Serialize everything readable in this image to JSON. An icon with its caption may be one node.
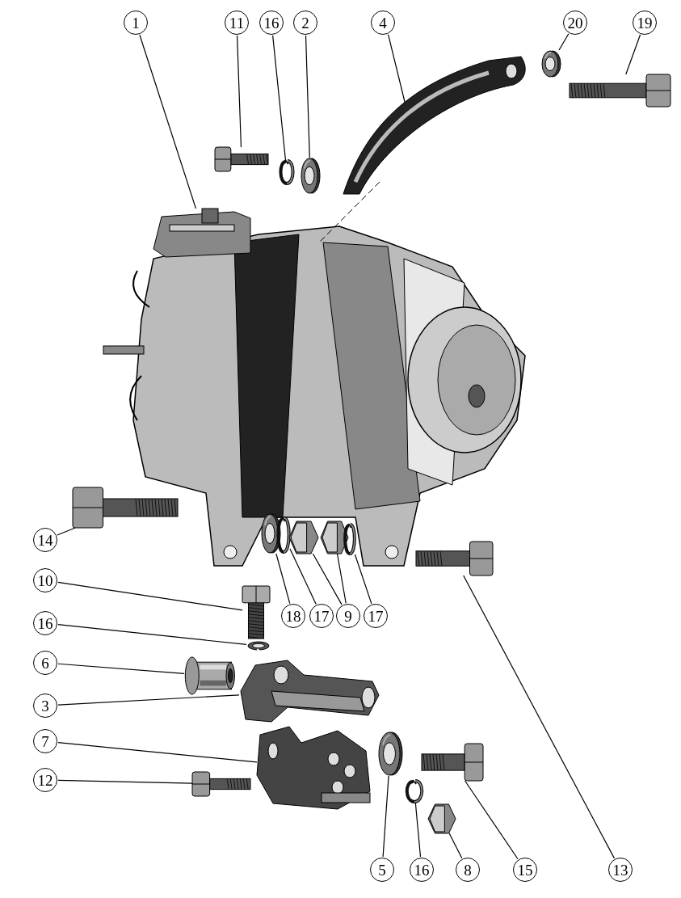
{
  "diagram": {
    "nodes": [
      {
        "text": [
          "1"
        ]
      },
      {
        "text": [
          "11"
        ]
      },
      {
        "text": [
          "16"
        ]
      },
      {
        "text": [
          "2"
        ]
      },
      {
        "text": [
          "4"
        ]
      },
      {
        "text": [
          "20"
        ]
      },
      {
        "text": [
          "19"
        ]
      },
      {
        "text": [
          "14"
        ]
      },
      {
        "text": [
          "10"
        ]
      },
      {
        "text": [
          "18"
        ]
      },
      {
        "text": [
          "17"
        ]
      },
      {
        "text": [
          "9"
        ]
      },
      {
        "text": [
          "17"
        ]
      },
      {
        "text": [
          "16"
        ]
      },
      {
        "text": [
          "6"
        ]
      },
      {
        "text": [
          "3"
        ]
      },
      {
        "text": [
          "7"
        ]
      },
      {
        "text": [
          "12"
        ]
      },
      {
        "text": [
          "5"
        ]
      },
      {
        "text": [
          "16"
        ]
      },
      {
        "text": [
          "8"
        ]
      },
      {
        "text": [
          "15"
        ]
      },
      {
        "text": [
          "13"
        ]
      },
      {
        "text": [],
        "shape": "picture"
      },
      {
        "text": [],
        "shape": "picture"
      },
      {
        "text": [],
        "shape": "picture"
      },
      {
        "text": [],
        "shape": "picture"
      },
      {
        "text": [],
        "shape": "picture"
      },
      {
        "text": [],
        "shape": "picture"
      },
      {
        "text": [],
        "shape": "picture"
      },
      {
        "text": [],
        "shape": "picture"
      },
      {
        "text": [],
        "shape": "picture"
      },
      {
        "text": [],
        "shape": "picture"
      },
      {
        "text": [],
        "shape": "picture"
      },
      {
        "text": [],
        "shape": "picture"
      },
      {
        "text": [],
        "shape": "picture"
      },
      {
        "text": [],
        "shape": "picture"
      },
      {
        "text": [],
        "shape": "picture"
      },
      {
        "text": [],
        "shape": "picture"
      },
      {
        "text": [],
        "shape": "picture"
      },
      {
        "text": [],
        "shape": "picture"
      },
      {
        "text": [],
        "shape": "picture"
      },
      {
        "text": [],
        "shape": "picture"
      },
      {
        "text": [],
        "shape": "picture"
      },
      {
        "text": [],
        "shape": "picture"
      },
      {
        "text": [],
        "shape": "picture"
      },
      {
        "text": [],
        "shape": "picture"
      }
    ],
    "edges": [
      {
        "from": 0,
        "to": 23,
        "arrow": "none"
      },
      {
        "from": 1,
        "to": 24,
        "arrow": "none"
      },
      {
        "from": 2,
        "to": 25,
        "arrow": "none"
      },
      {
        "from": 3,
        "to": 26,
        "arrow": "none"
      },
      {
        "from": 4,
        "to": 27,
        "arrow": "none"
      },
      {
        "from": 5,
        "to": 28,
        "arrow": "none"
      },
      {
        "from": 6,
        "to": 29,
        "arrow": "none"
      },
      {
        "from": 7,
        "to": 30,
        "arrow": "none"
      },
      {
        "from": 8,
        "to": 31,
        "arrow": "none"
      },
      {
        "from": 9,
        "to": 32,
        "arrow": "none"
      },
      {
        "from": 10,
        "to": 33,
        "arrow": "none"
      },
      {
        "from": 11,
        "to": 34,
        "arrow": "none"
      },
      {
        "from": 11,
        "to": 35,
        "arrow": "none"
      },
      {
        "from": 12,
        "to": 36,
        "arrow": "none"
      },
      {
        "from": 13,
        "to": 37,
        "arrow": "none"
      },
      {
        "from": 14,
        "to": 38,
        "arrow": "none"
      },
      {
        "from": 15,
        "to": 39,
        "arrow": "none"
      },
      {
        "from": 16,
        "to": 40,
        "arrow": "none"
      },
      {
        "from": 17,
        "to": 41,
        "arrow": "none"
      },
      {
        "from": 18,
        "to": 42,
        "arrow": "none"
      },
      {
        "from": 19,
        "to": 43,
        "arrow": "none"
      },
      {
        "from": 20,
        "to": 44,
        "arrow": "none"
      },
      {
        "from": 21,
        "to": 45,
        "arrow": "none"
      },
      {
        "from": 22,
        "to": 46,
        "arrow": "none"
      }
    ]
  }
}
